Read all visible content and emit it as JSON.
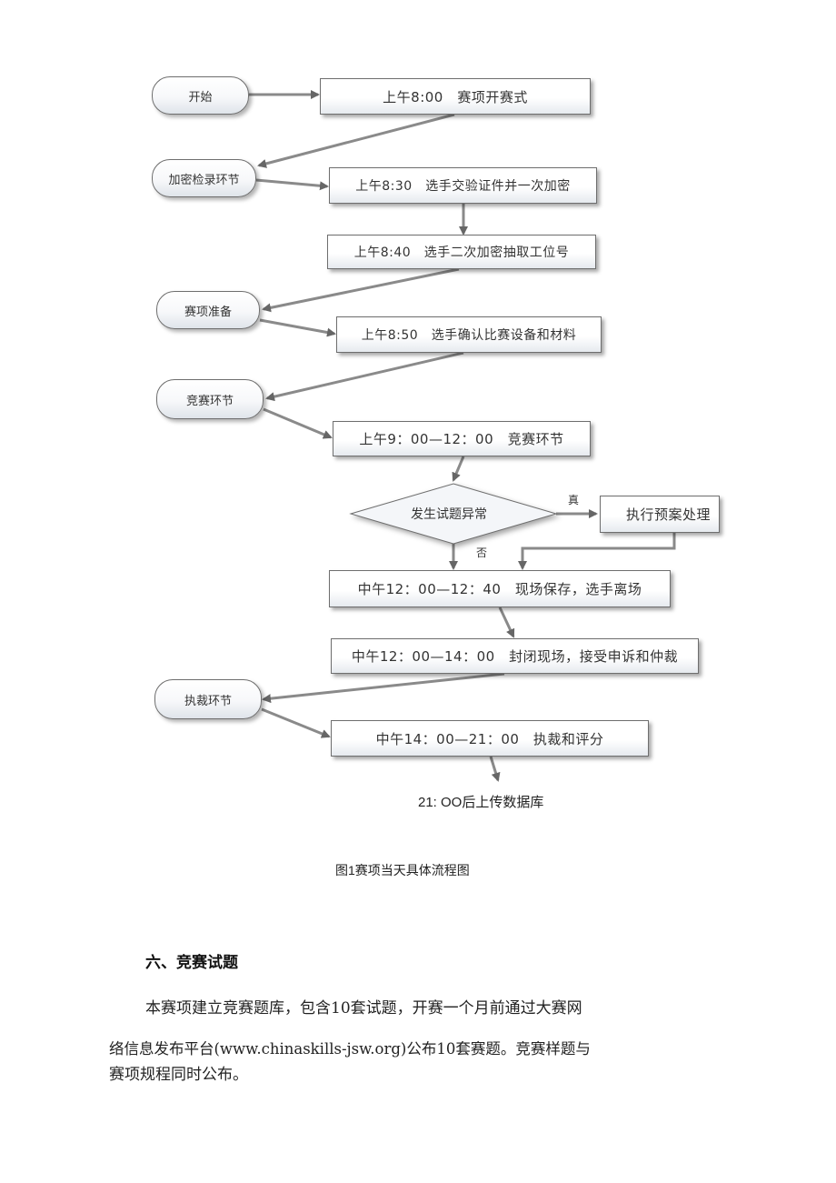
{
  "flowchart": {
    "start": "开始",
    "step1": "上午8:00　赛项开赛式",
    "phase_encrypt": "加密检录环节",
    "step2": "上午8:30　选手交验证件并一次加密",
    "step3": "上午8:40　选手二次加密抽取工位号",
    "phase_prepare": "赛项准备",
    "step4": "上午8:50　选手确认比赛设备和材料",
    "phase_compete": "竞赛环节",
    "step5": "上午9：00—12：00　竞赛环节",
    "decision": "发生试题异常",
    "yes_label": "真",
    "no_label": "否",
    "contingency": "执行预案处理",
    "step6": "中午12：00—12：40　现场保存，选手离场",
    "step7": "中午12：00—14：00　封闭现场，接受申诉和仲裁",
    "phase_arbitration": "执裁环节",
    "step8": "中午14：00—21：00　执裁和评分",
    "final_note": "21: OO后上传数据库"
  },
  "caption": "图1赛项当天具体流程图",
  "section": {
    "heading": "六、竞赛试题",
    "para_line1": "本赛项建立竞赛题库，包含10套试题，开赛一个月前通过大赛网",
    "para_line2": "络信息发布平台(www.chinaskills-jsw.org)公布10套赛题。竞赛样题与",
    "para_line3": "赛项规程同时公布。"
  }
}
